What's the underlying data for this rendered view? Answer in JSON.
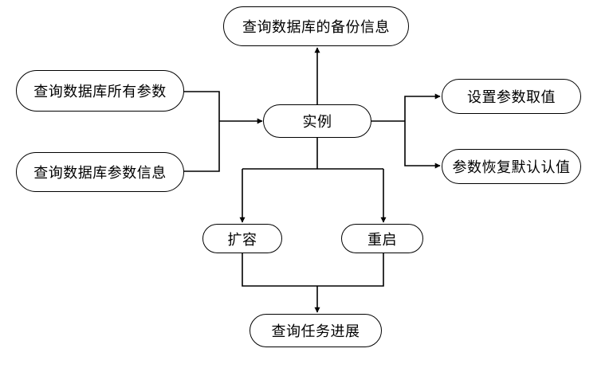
{
  "diagram": {
    "nodes": {
      "backup_info": "查询数据库的备份信息",
      "all_params": "查询数据库所有参数",
      "instance": "实例",
      "param_info": "查询数据库参数信息",
      "set_param": "设置参数取值",
      "restore_default": "参数恢复默认认值",
      "scale": "扩容",
      "restart": "重启",
      "task_progress": "查询任务进展"
    },
    "colors": {
      "stroke": "#000000",
      "background": "#ffffff"
    }
  }
}
